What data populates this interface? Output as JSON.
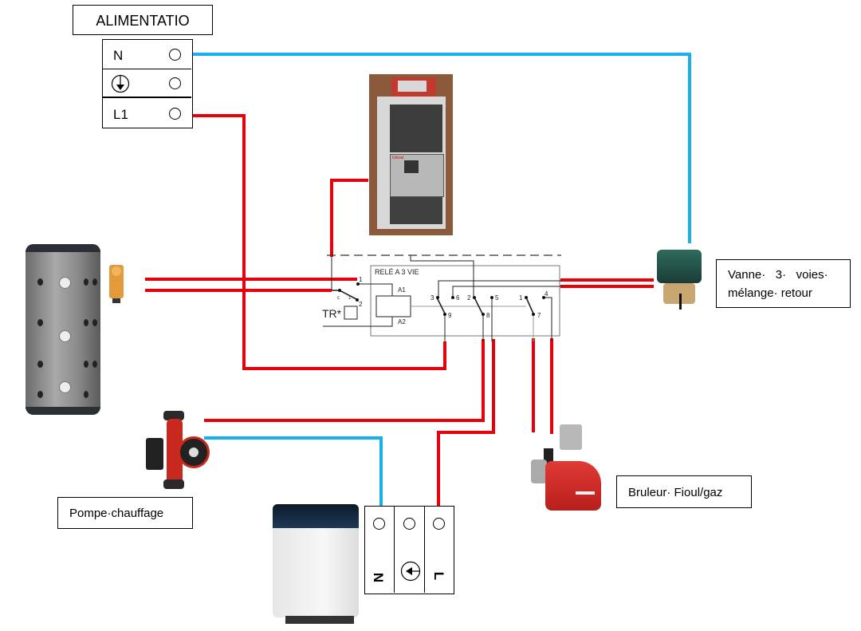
{
  "diagram": {
    "title": "Schéma de câblage chaudière bois / fioul-gaz avec relais 3 voies",
    "colors": {
      "phase": "#e8000b",
      "neutral": "#18b0e8",
      "control": "#222222",
      "border": "#000000"
    }
  },
  "alimentation": {
    "title": "ALIMENTATIO",
    "terminals": [
      {
        "label": "N",
        "icon": ""
      },
      {
        "label": "",
        "icon": "earth-icon"
      },
      {
        "label": "L1",
        "icon": ""
      }
    ]
  },
  "relay": {
    "title": "RELÉ A 3 VIE",
    "coil_in": "A1",
    "coil_out": "A2",
    "thermostat_label": "TR*",
    "thermostat_contacts": [
      "c",
      "1",
      "2"
    ],
    "input_1": "1",
    "contacts": [
      {
        "no": "3",
        "nc": "6",
        "com": "9"
      },
      {
        "no": "2",
        "nc": "5",
        "com": "8"
      },
      {
        "no": "1",
        "nc": "4",
        "com": "7"
      }
    ]
  },
  "labels": {
    "vanne": "Vanne· 3· voies· mélange· retour",
    "vanne_line1": "Vanne·   3·   voies·",
    "vanne_line2": "mélange· retour",
    "pompe": "Pompe·chauffage",
    "bruleur": "Bruleur· Fioul/gaz"
  },
  "boiler_terminal": {
    "terminals": [
      {
        "label": "N"
      },
      {
        "label": "",
        "icon": "earth-icon"
      },
      {
        "label": "L"
      }
    ]
  },
  "devices": {
    "wood_boiler": {
      "brand": "Unical"
    },
    "storage_tank": {},
    "thermostat": {},
    "valve": {},
    "pump": {},
    "burner": {},
    "oil_boiler": {}
  }
}
